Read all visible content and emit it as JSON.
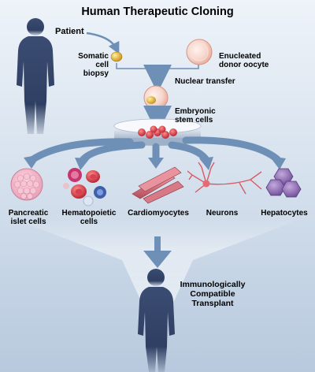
{
  "diagram": {
    "title": "Human Therapeutic Cloning",
    "labels": {
      "patient": "Patient",
      "somatic": "Somatic cell\nbiopsy",
      "enucleated": "Enucleated\ndonor oocyte",
      "nuclear_transfer": "Nuclear transfer",
      "embryonic": "Embryonic\nstem cells",
      "transplant": "Immunologically\nCompatible\nTransplant"
    },
    "cell_types": [
      "Pancreatic\nislet cells",
      "Hematopoietic\ncells",
      "Cardiomyocytes",
      "Neurons",
      "Hepatocytes"
    ],
    "colors": {
      "arrow": "#6f90b6",
      "silhouette": "#2f3f63",
      "egg": "#f2c9bf",
      "nucleus": "#e8b331"
    }
  }
}
